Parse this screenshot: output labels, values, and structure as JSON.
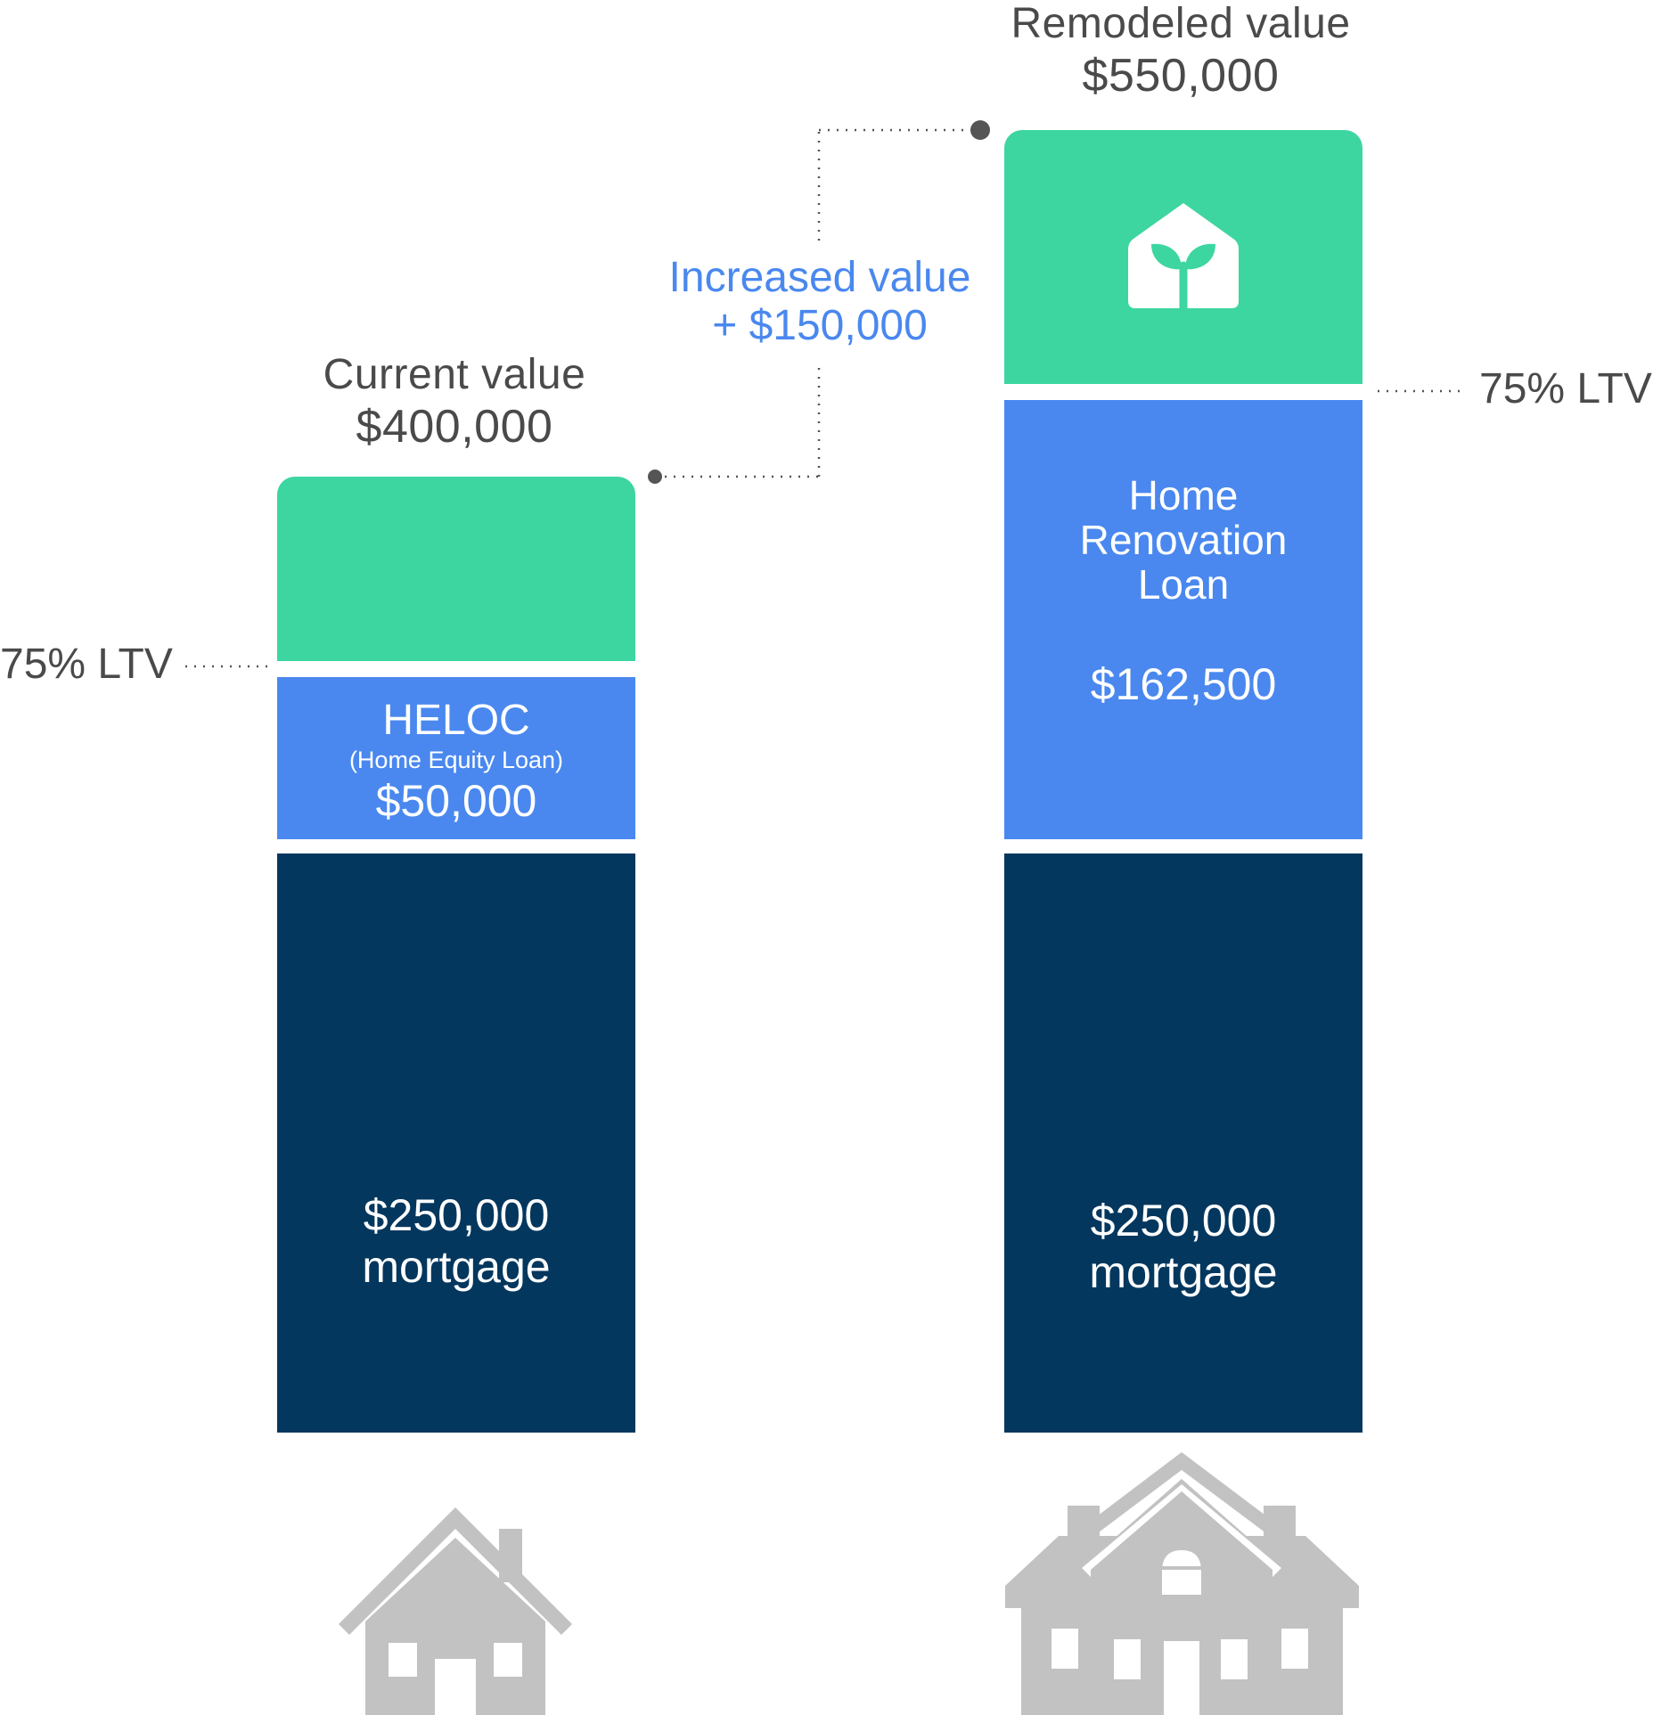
{
  "left_bar": {
    "header_line1": "Current value",
    "header_line2": "$400,000",
    "heloc_title": "HELOC",
    "heloc_subtitle": "(Home Equity Loan)",
    "heloc_amount": "$50,000",
    "mortgage_amount": "$250,000",
    "mortgage_label": "mortgage",
    "ltv_label": "75% LTV"
  },
  "right_bar": {
    "header_line1": "Remodeled value",
    "header_line2": "$550,000",
    "loan_line1": "Home",
    "loan_line2": "Renovation",
    "loan_line3": "Loan",
    "loan_amount": "$162,500",
    "mortgage_amount": "$250,000",
    "mortgage_label": "mortgage",
    "ltv_label": "75% LTV"
  },
  "increase": {
    "line1": "Increased value",
    "line2": "+ $150,000"
  },
  "colors": {
    "equity": "#3dd6a0",
    "loan": "#4a88ef",
    "mortgage": "#04375e",
    "accent_text": "#4a88ef",
    "house_icon": "#c2c2c2"
  },
  "icons": [
    "sprout-house-icon",
    "small-house-icon",
    "large-house-icon"
  ]
}
